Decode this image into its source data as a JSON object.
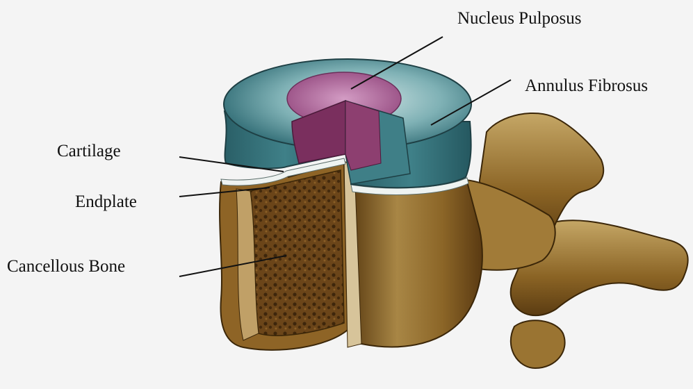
{
  "labels": {
    "nucleus_pulposus": "Nucleus Pulposus",
    "annulus_fibrosus": "Annulus Fibrosus",
    "cartilage": "Cartilage",
    "endplate": "Endplate",
    "cancellous_bone": "Cancellous Bone"
  },
  "colors": {
    "disc_teal": "#2f6f78",
    "disc_top": "#5c9aa2",
    "nucleus": "#b56a9e",
    "bone": "#7a5520",
    "bone_light": "#a78246",
    "cancellous": "#6a4418",
    "cartilage": "#e9f0ee"
  }
}
